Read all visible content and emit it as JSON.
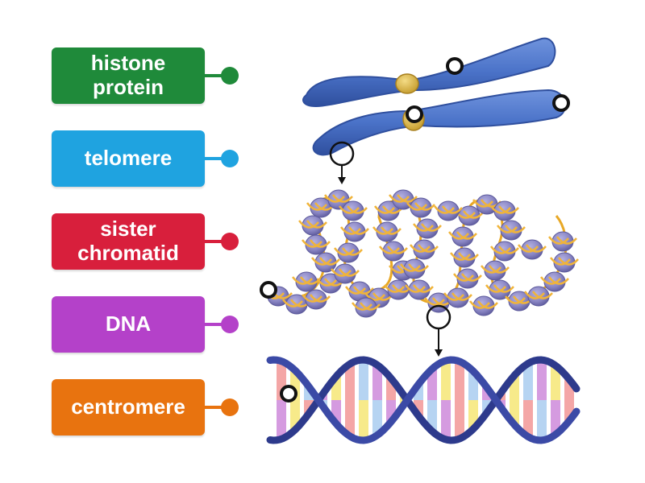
{
  "labels": [
    {
      "lines": [
        "histone",
        "protein"
      ],
      "color": "#1f8a3a"
    },
    {
      "lines": [
        "telomere"
      ],
      "color": "#1fa3e0"
    },
    {
      "lines": [
        "sister",
        "chromatid"
      ],
      "color": "#d81f3c"
    },
    {
      "lines": [
        "DNA"
      ],
      "color": "#b441c9"
    },
    {
      "lines": [
        "centromere"
      ],
      "color": "#e8730f"
    }
  ],
  "colors": {
    "chromosome": "#4a72c8",
    "chromosome_dark": "#2f4f9e",
    "centromere": "#d9b84a",
    "nucleosome": "#8a86c4",
    "nucleosome_dark": "#5d5a9c",
    "dna_strand": "#f0b43a",
    "helix_backbone": "#2d3a8c"
  }
}
